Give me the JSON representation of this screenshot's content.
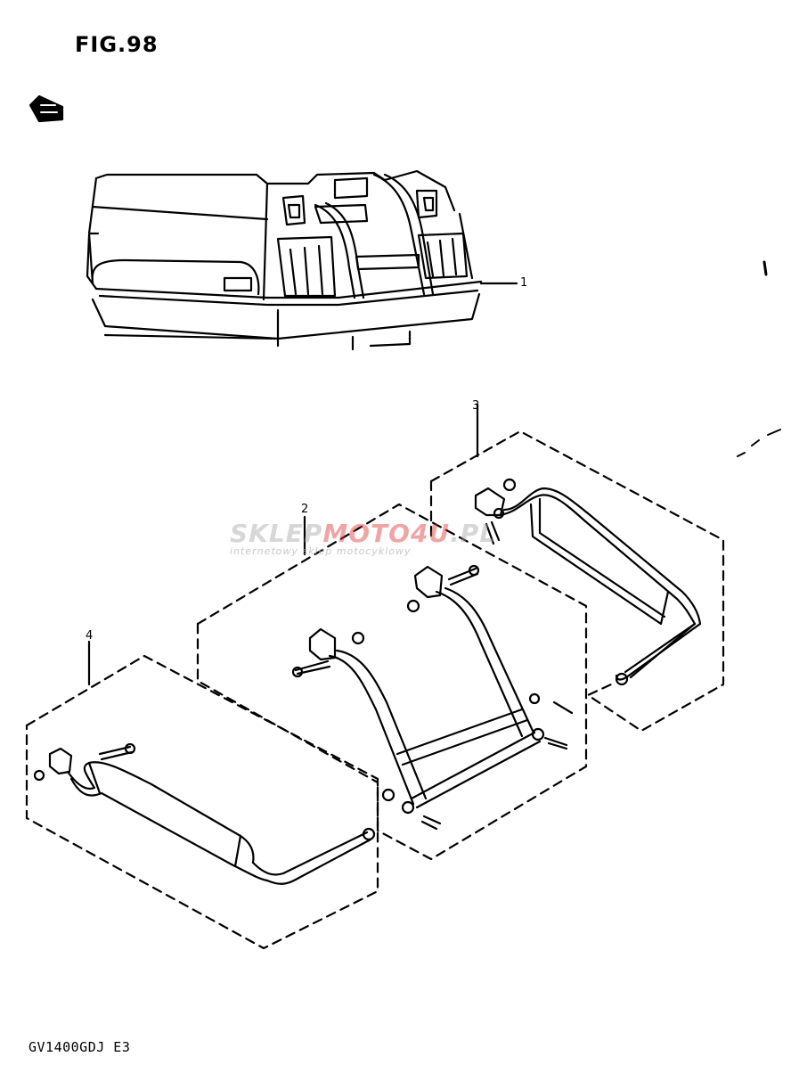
{
  "figure": {
    "title": "FIG.98",
    "model_code": "GV1400GDJ E3"
  },
  "callouts": [
    "1",
    "2",
    "3",
    "4"
  ],
  "watermark": {
    "brand_part1": "SKLEP",
    "brand_part2": "MOTO",
    "brand_part3": "4U",
    "brand_part4": ".PL",
    "tagline": "internetowy sklep motocyklowy"
  },
  "colors": {
    "line": "#000000",
    "watermark_grey": "#a8a8a8",
    "watermark_red": "#e03a3a"
  }
}
